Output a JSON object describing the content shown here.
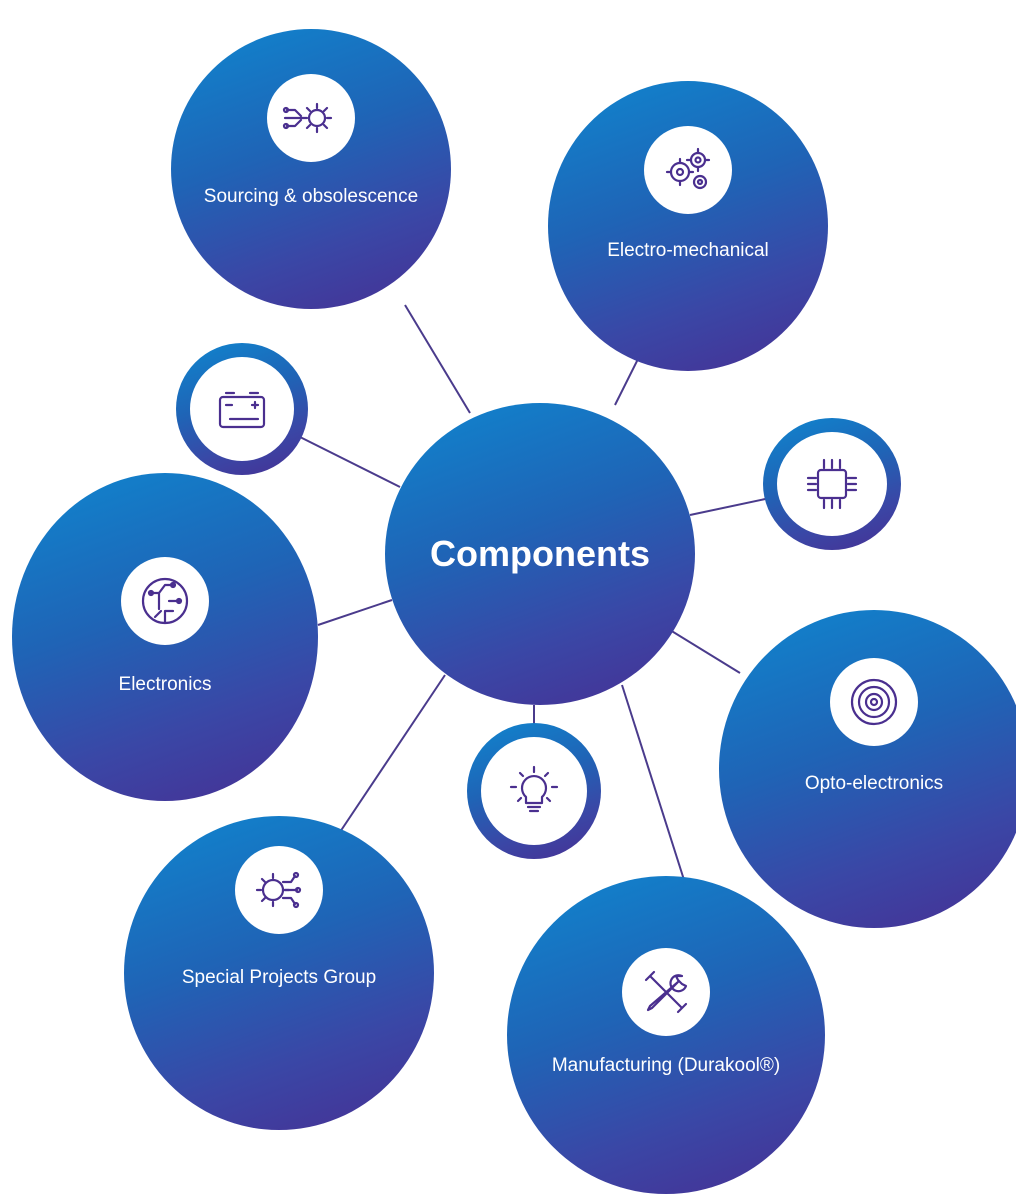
{
  "center": {
    "title": "Components"
  },
  "nodes": {
    "sourcing": {
      "label": "Sourcing & obsolescence",
      "icon": "gear-circuit-icon"
    },
    "electromech": {
      "label": "Electro-mechanical",
      "icon": "gears-icon"
    },
    "electronics": {
      "label": "Electronics",
      "icon": "circuit-board-icon"
    },
    "opto": {
      "label": "Opto-electronics",
      "icon": "lens-icon"
    },
    "special": {
      "label": "Special Projects Group",
      "icon": "gear-circuit-icon"
    },
    "manufacturing": {
      "label": "Manufacturing (Durakool®)",
      "icon": "tools-icon"
    }
  },
  "small_nodes": {
    "battery": {
      "icon": "battery-icon"
    },
    "chip": {
      "icon": "microchip-icon"
    },
    "bulb": {
      "icon": "lightbulb-icon"
    }
  },
  "colors": {
    "gradient_start": "#0f86cf",
    "gradient_end": "#472f93",
    "line": "#4a3b8c",
    "icon_stroke": "#4a2f8f"
  }
}
